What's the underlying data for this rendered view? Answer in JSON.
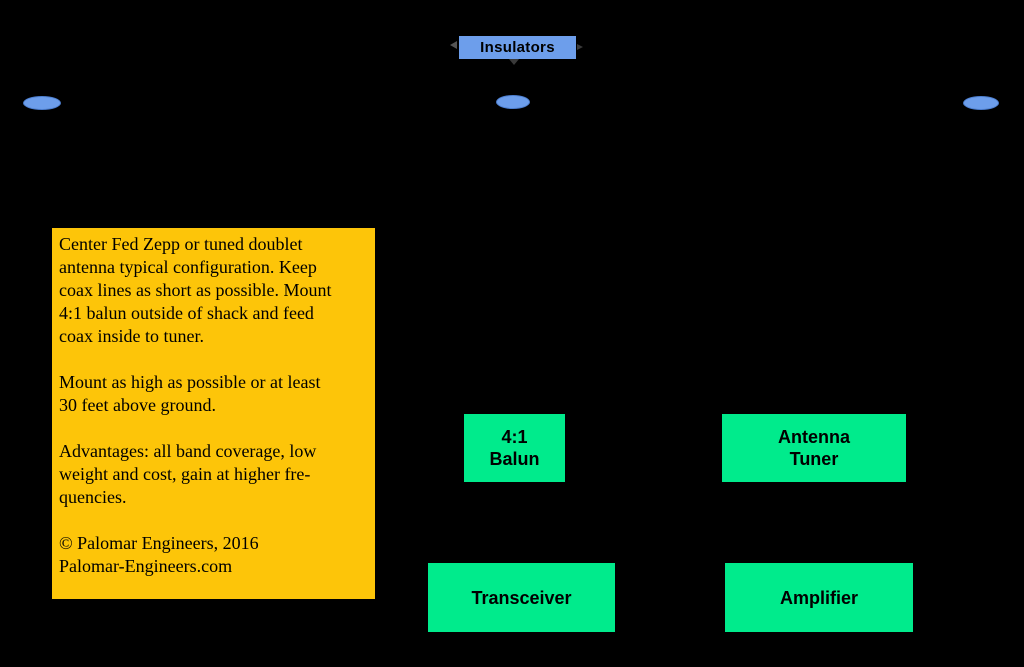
{
  "colors": {
    "background": "#000000",
    "insulator_blue": "#6D9EEB",
    "device_green": "#00EB8C",
    "note_yellow": "#FDC509",
    "text": "#000000"
  },
  "insulators": {
    "label": "Insulators",
    "count": 3
  },
  "note": {
    "paragraphs": [
      [
        "Center Fed Zepp or tuned doublet",
        "antenna typical configuration.  Keep",
        "coax lines as short as possible. Mount",
        "4:1 balun outside of shack and feed",
        "coax inside to tuner."
      ],
      [
        "Mount as high as possible or at least",
        "30 feet above ground."
      ],
      [
        "Advantages: all band coverage, low",
        "weight and cost, gain at higher fre-",
        "quencies."
      ],
      [
        "© Palomar Engineers, 2016",
        "Palomar-Engineers.com"
      ]
    ]
  },
  "devices": {
    "balun": [
      "4:1",
      "Balun"
    ],
    "antenna_tuner": [
      "Antenna",
      "Tuner"
    ],
    "transceiver": "Transceiver",
    "amplifier": "Amplifier"
  }
}
